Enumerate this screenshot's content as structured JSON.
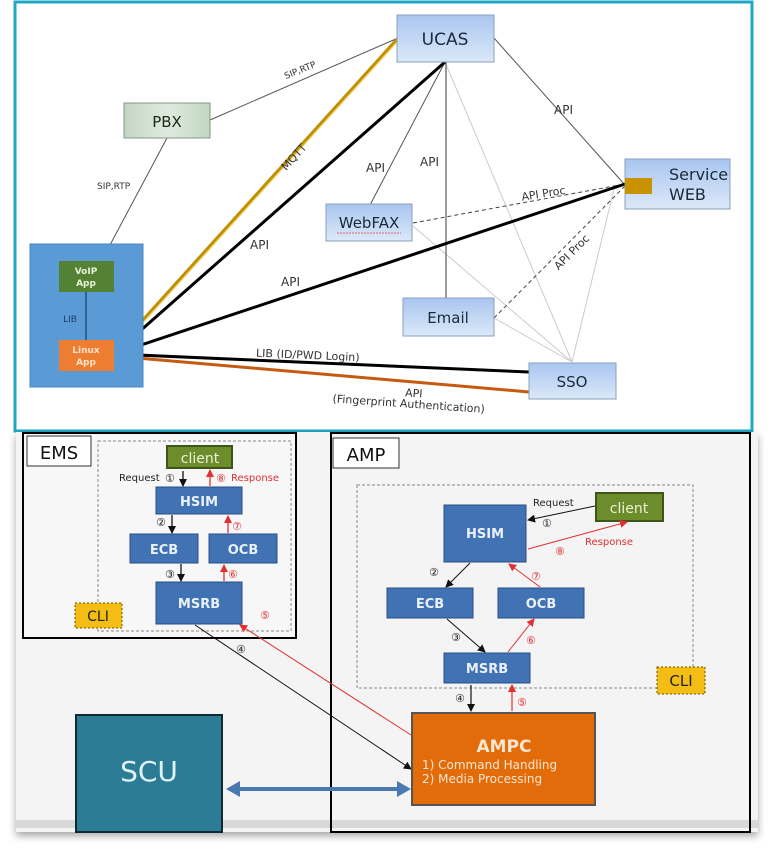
{
  "top_diagram": {
    "nodes": {
      "ucas": "UCAS",
      "pbx": "PBX",
      "service_web_line1": "Service",
      "service_web_line2": "WEB",
      "webfax": "WebFAX",
      "email": "Email",
      "sso": "SSO",
      "device_voip_line1": "VoIP",
      "device_voip_line2": "App",
      "device_linux_line1": "Linux",
      "device_linux_line2": "App",
      "device_lib_label": "LIB"
    },
    "edges": {
      "pbx_ucas": "SIP,RTP",
      "pbx_voip": "SIP,RTP",
      "mqtt": "MQTT",
      "linux_ucas_api": "API",
      "linux_web_api": "API",
      "ucas_webfax": "API",
      "ucas_email": "API",
      "ucas_web": "API",
      "webfax_web": "API Proc",
      "email_web": "API Proc",
      "linux_sso_lib": "LIB (ID/PWD Login)",
      "linux_sso_api_line1": "API",
      "linux_sso_api_line2": "(Fingerprint Authentication)"
    },
    "colors": {
      "frame": "#1fa7c4",
      "node_fill_top": "#a9c6f0",
      "node_fill_bottom": "#dbe8f8",
      "pbx_fill": "#cfdfcf",
      "device_bg": "#5b9bd5",
      "voip_fill": "#548235",
      "linux_fill": "#ed7d31",
      "mqtt_line": "#c09000",
      "fingerprint_line": "#c55a11",
      "web_connector": "#c89200"
    }
  },
  "ems": {
    "title": "EMS",
    "client": "client",
    "request": "Request",
    "response": "Response",
    "hsim": "HSIM",
    "ecb": "ECB",
    "ocb": "OCB",
    "msrb": "MSRB",
    "cli": "CLI",
    "steps": [
      "①",
      "②",
      "③",
      "④",
      "⑤",
      "⑥",
      "⑦",
      "⑧"
    ]
  },
  "amp": {
    "title": "AMP",
    "client": "client",
    "request": "Request",
    "response": "Response",
    "hsim": "HSIM",
    "ecb": "ECB",
    "ocb": "OCB",
    "msrb": "MSRB",
    "cli": "CLI",
    "steps": [
      "①",
      "②",
      "③",
      "④",
      "⑤",
      "⑥",
      "⑦",
      "⑧"
    ],
    "ampc_title": "AMPC",
    "ampc_line1": "1) Command Handling",
    "ampc_line2": "2) Media Processing"
  },
  "scu": {
    "label": "SCU"
  },
  "colors": {
    "module_blue": "#4172b4",
    "client_green": "#6d8c2c",
    "cli_yellow": "#f3bd14",
    "ampc_orange": "#e36c0a",
    "scu_teal": "#2b7c94",
    "response_red": "#e03030",
    "bidir_arrow": "#4a78b0"
  }
}
